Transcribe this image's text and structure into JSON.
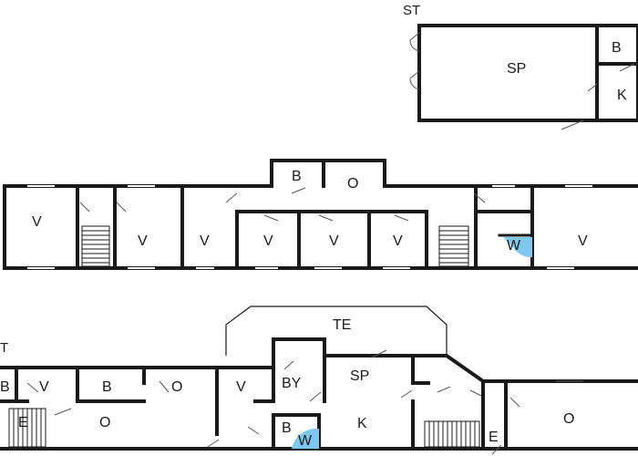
{
  "floor_labels": {
    "annex": "ST",
    "upper": "",
    "ground": ""
  },
  "rooms": {
    "annex_sp": "SP",
    "annex_b": "B",
    "annex_k": "K",
    "upper_b": "B",
    "upper_o": "O",
    "upper_v1": "V",
    "upper_v2": "V",
    "upper_v3": "V",
    "upper_v4": "V",
    "upper_v5": "V",
    "upper_v6": "V",
    "upper_v7": "V",
    "upper_w": "W",
    "g_te": "TE",
    "g_b1": "B",
    "g_v1": "V",
    "g_e1": "E",
    "g_b2": "B",
    "g_o1": "O",
    "g_o2": "O",
    "g_v2": "V",
    "g_by": "BY",
    "g_sp": "SP",
    "g_b3": "B",
    "g_w": "W",
    "g_k": "K",
    "g_e2": "E",
    "g_o3": "O",
    "g_t": "T"
  },
  "colors": {
    "wall": "#1a1a1a",
    "bath_highlight": "#7ec8f0"
  }
}
